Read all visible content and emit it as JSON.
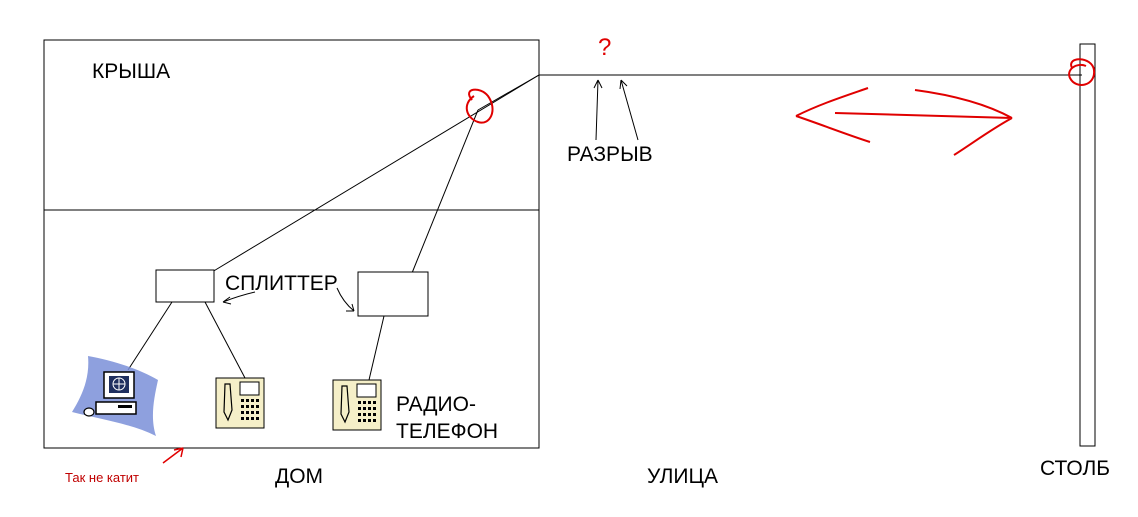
{
  "labels": {
    "roof": "КРЫША",
    "splitter": "СПЛИТТЕР",
    "break": "РАЗРЫВ",
    "radio_line1": "РАДИО-",
    "radio_line2": "ТЕЛЕФОН",
    "house": "ДОМ",
    "street": "УЛИЦА",
    "pole": "СТОЛБ",
    "note": "Так не катит",
    "question": "?"
  },
  "icons": {
    "computer": "computer-icon",
    "phone": "desk-phone-icon",
    "radio_phone": "radio-phone-icon"
  },
  "colors": {
    "line": "#000000",
    "annotation": "#e00000",
    "phone_fill": "#f5efc8",
    "computer_wave": "#7a8fd8"
  }
}
